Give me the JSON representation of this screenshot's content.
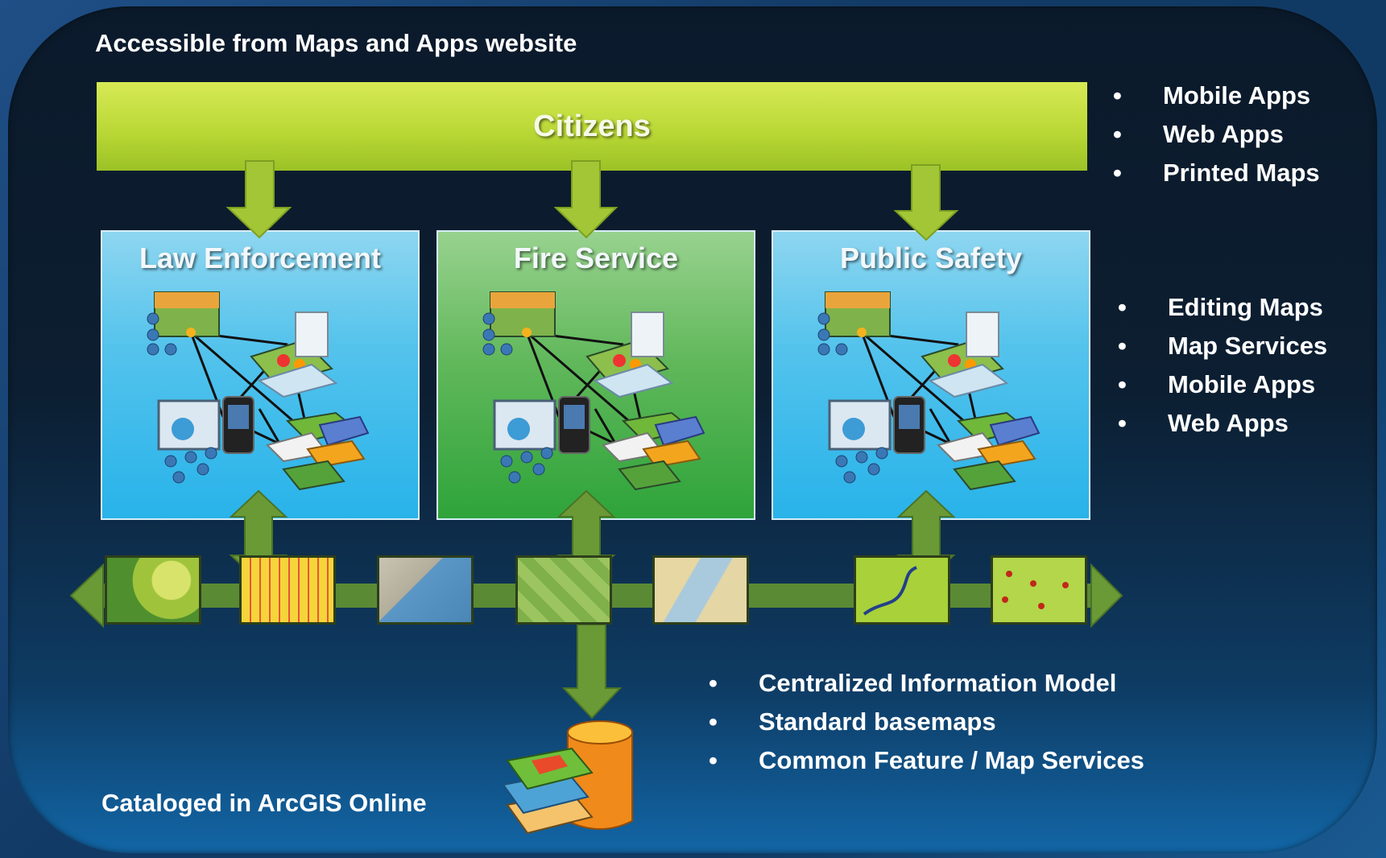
{
  "header_text": "Accessible from Maps and Apps website",
  "citizens_label": "Citizens",
  "citizen_outputs": [
    "Mobile Apps",
    "Web Apps",
    "Printed Maps"
  ],
  "departments": [
    "Law Enforcement",
    "Fire Service",
    "Public Safety"
  ],
  "department_capabilities": [
    "Editing Maps",
    "Map Services",
    "Mobile Apps",
    "Web Apps"
  ],
  "shared_capabilities": [
    "Centralized Information Model",
    "Standard basemaps",
    "Common Feature / Map Services"
  ],
  "footer_text": "Cataloged in ArcGIS Online",
  "bullet_char": "•",
  "colors": {
    "citizens_bar": "#b7d634",
    "dept_blue": "#28b3ea",
    "dept_green": "#2ea43a",
    "arrow": "#a3c636",
    "connector": "#5b8a35"
  },
  "icons": [
    "map-network-icon",
    "basemap-tile-icon",
    "database-layers-icon",
    "bullet-icon",
    "arrow-down-icon",
    "double-arrow-icon"
  ]
}
